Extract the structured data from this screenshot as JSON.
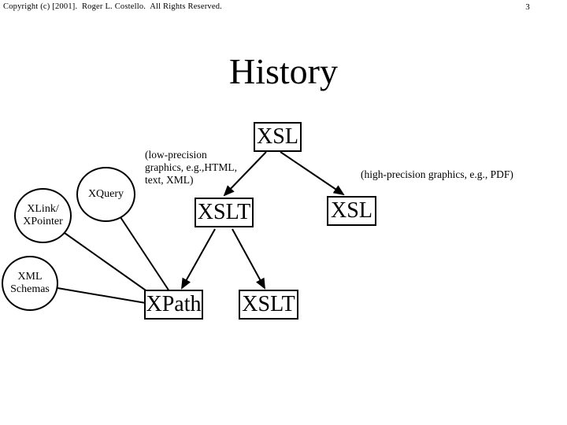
{
  "slide": {
    "copyright": "Copyright (c) [2001].  Roger L. Costello.  All Rights Reserved.",
    "page_number": "3",
    "title": "History"
  },
  "diagram": {
    "boxes": {
      "xsl_top": {
        "label": "XSL"
      },
      "xslt_mid": {
        "label": "XSLT"
      },
      "xsl_right": {
        "label": "XSL"
      },
      "xpath": {
        "label": "XPath"
      },
      "xslt_bottom": {
        "label": "XSLT"
      }
    },
    "circles": {
      "xquery": {
        "label": "XQuery"
      },
      "xlink_xpointer": {
        "line1": "XLink/",
        "line2": "XPointer"
      },
      "xml_schemas": {
        "line1": "XML",
        "line2": "Schemas"
      }
    },
    "annotations": {
      "low_precision_line1": "(low-precision",
      "low_precision_line2": "graphics, e.g.,HTML,",
      "low_precision_line3": "text, XML)",
      "high_precision": "(high-precision graphics, e.g., PDF)"
    },
    "colors": {
      "ink": "#000000",
      "background": "#ffffff"
    }
  }
}
